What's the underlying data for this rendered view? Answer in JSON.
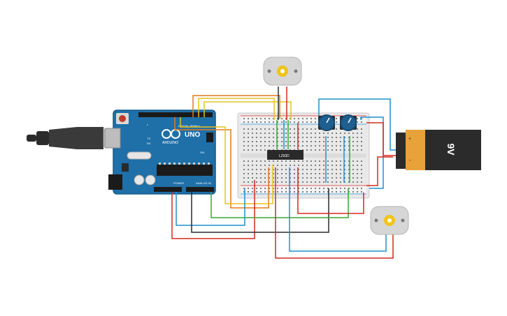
{
  "arduino": {
    "logo_text": "ARDUINO",
    "model_text": "UNO",
    "digital_label": "DIGITAL (PWM~)",
    "power_label": "POWER",
    "analog_label": "ANALOG IN",
    "tx_label": "TX",
    "rx_label": "RX",
    "l_label": "L",
    "on_label": "ON"
  },
  "chip": {
    "label": "L293D"
  },
  "battery": {
    "label": "9V",
    "plus": "+",
    "minus": "-"
  },
  "colors": {
    "wire_red": "#d42a1f",
    "wire_orange": "#e07b1a",
    "wire_yellow": "#e8c21a",
    "wire_green": "#36a832",
    "wire_blue": "#1f8fcf",
    "wire_black": "#2a2a2a",
    "board_blue": "#1f6fa8",
    "battery_orange": "#e8a23a"
  }
}
